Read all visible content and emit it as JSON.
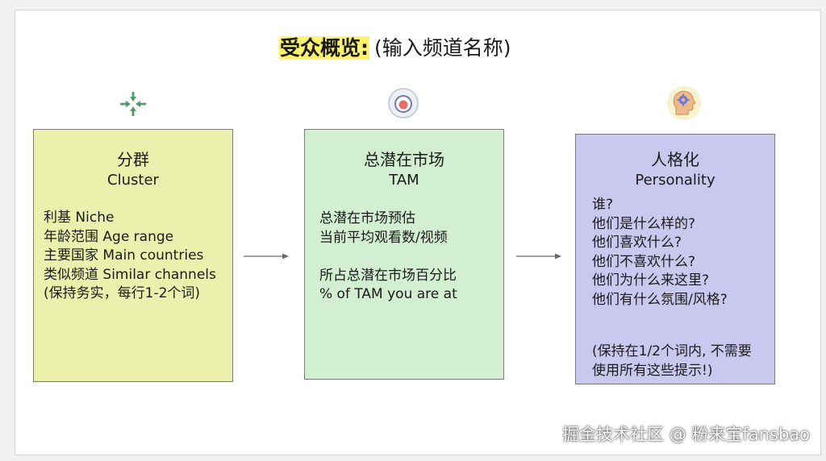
{
  "title": {
    "highlight": "受众概览:",
    "rest": "(输入频道名称)"
  },
  "icons": {
    "cluster": "converge-arrows-icon",
    "tam": "target-circle-icon",
    "personality": "head-gear-icon"
  },
  "colors": {
    "cluster_box": "#ecf0ad",
    "tam_box": "#d3efd1",
    "personality_box": "#c9c9ef",
    "title_highlight": "#fff36b",
    "icon_green": "#4f9a6a"
  },
  "boxes": [
    {
      "heading": "分群",
      "subheading": "Cluster",
      "lines": [
        "利基 Niche",
        "年龄范围 Age range",
        "主要国家 Main countries",
        "类似频道 Similar channels",
        "(保持务实，每行1-2个词)"
      ]
    },
    {
      "heading": "总潜在市场",
      "subheading": "TAM",
      "lines": [
        "总潜在市场预估",
        "当前平均观看数/视频",
        "",
        "所占总潜在市场百分比",
        "% of TAM you are at"
      ]
    },
    {
      "heading": "人格化",
      "subheading": "Personality",
      "lines": [
        "谁?",
        "他们是什么样的?",
        "他们喜欢什么?",
        "他们不喜欢什么?",
        "他们为什么来这里?",
        "他们有什么氛围/风格?"
      ],
      "note": [
        "(保持在1/2个词内, 不需要",
        "使用所有这些提示!)"
      ]
    }
  ],
  "watermark": "掘金技术社区 @ 粉来宝fansbao"
}
